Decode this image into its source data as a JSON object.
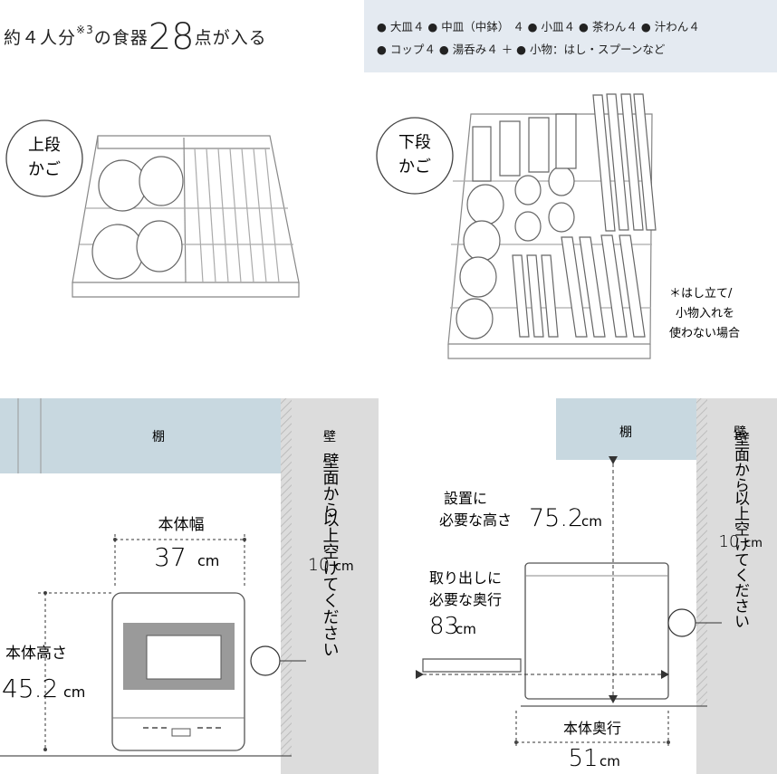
{
  "headline": {
    "prefix": "約４人分",
    "note": "※3",
    "mid": "の食器",
    "count": "28",
    "suffix": "点が入る"
  },
  "items": {
    "line1": "● 大皿４ ● 中皿（中鉢） ４ ● 小皿４ ● 茶わん４ ● 汁わん４",
    "line2": "● コップ４ ● 湯呑み４ ＋ ● 小物：はし・スプーンなど"
  },
  "racks": {
    "upper_line1": "上段",
    "upper_line2": "かご",
    "lower_line1": "下段",
    "lower_line2": "かご",
    "lower_note_line1": "＊はし立て/",
    "lower_note_line2": "小物入れを",
    "lower_note_line3": "使わない場合"
  },
  "front_view": {
    "shelf": "棚",
    "wall": "壁",
    "width_label": "本体幅",
    "width_value": "37",
    "width_unit": "cm",
    "height_label": "本体高さ",
    "height_value": "45.2",
    "height_unit": "cm",
    "clearance_part1": "壁面から",
    "clearance_value": "10",
    "clearance_unit": "cm",
    "clearance_part2": "以上空けてください"
  },
  "side_view": {
    "shelf": "棚",
    "wall": "壁",
    "install_line1": "設置に",
    "install_line2": "必要な高さ",
    "install_value": "75.2",
    "install_unit": "cm",
    "pull_line1": "取り出しに",
    "pull_line2": "必要な奥行",
    "pull_value": "83",
    "pull_unit": "cm",
    "depth_label": "本体奥行",
    "depth_value": "51",
    "depth_unit": "cm",
    "clearance_part1": "壁面から",
    "clearance_value": "10",
    "clearance_unit": "cm",
    "clearance_part2": "以上空けてください"
  },
  "colors": {
    "shelf": "#c8d8e0",
    "wall": "#dcdcdc",
    "item_box": "#e4eaf1",
    "device_panel": "#9a9a9a",
    "line": "#555555"
  }
}
